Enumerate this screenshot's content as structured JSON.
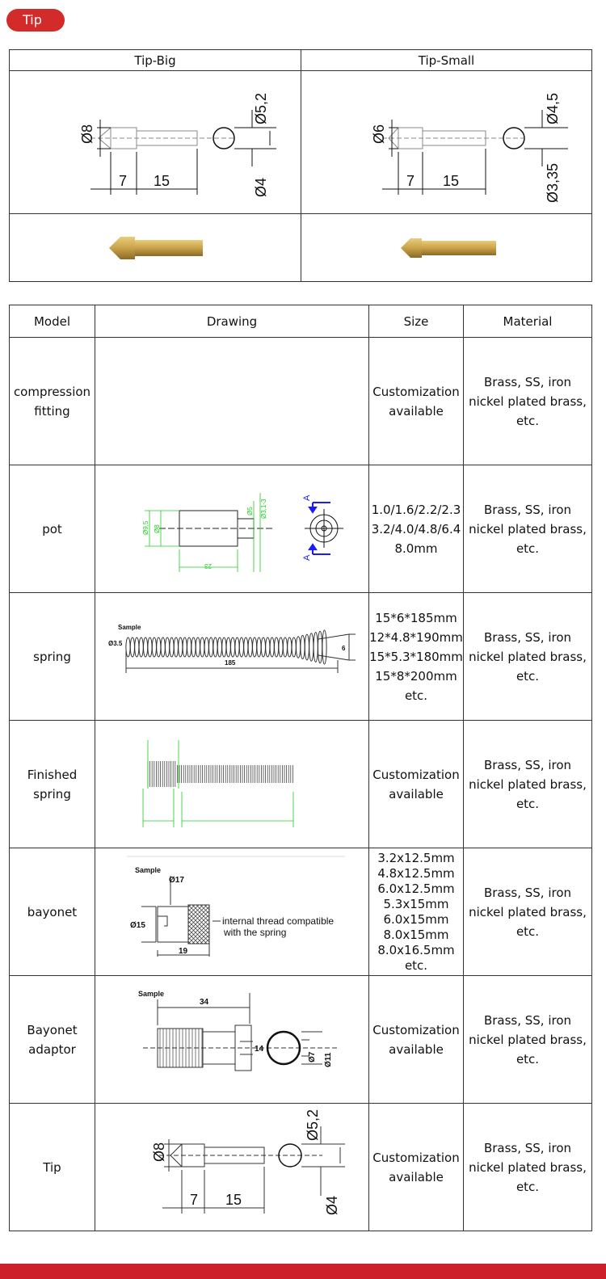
{
  "header": {
    "tag_label": "Tip"
  },
  "tip_table": {
    "columns": [
      "Tip-Big",
      "Tip-Small"
    ],
    "big_dims": {
      "d_body": "Ø8",
      "d_hole": "Ø5,2",
      "d_tip": "Ø4",
      "len_a": "7",
      "len_b": "15"
    },
    "small_dims": {
      "d_body": "Ø6",
      "d_hole": "Ø4,5",
      "d_tip": "Ø3,35",
      "len_a": "7",
      "len_b": "15"
    }
  },
  "spec_table": {
    "headers": [
      "Model",
      "Drawing",
      "Size",
      "Material"
    ],
    "rows": [
      {
        "model": "compression fitting",
        "size": [
          "Customization",
          "available"
        ],
        "material": [
          "Brass, SS, iron",
          "nickel plated brass,",
          "etc."
        ]
      },
      {
        "model": "pot",
        "size": [
          "1.0/1.6/2.2/2.3",
          "3.2/4.0/4.8/6.4",
          "8.0mm"
        ],
        "material": [
          "Brass, SS, iron",
          "nickel plated brass,",
          "etc."
        ],
        "drawing": {
          "d1": "Ø9,5",
          "d2": "Ø8",
          "d3": "Ø5",
          "d4": "Ø3,1-3",
          "len": "23",
          "section": "A"
        }
      },
      {
        "model": "spring",
        "size": [
          "15*6*185mm",
          "12*4.8*190mm",
          "15*5.3*180mm",
          "15*8*200mm",
          "etc."
        ],
        "material": [
          "Brass, SS, iron",
          "nickel plated brass,",
          "etc."
        ],
        "drawing": {
          "sample": "Sample",
          "d_small": "Ø3.5",
          "d_big": "6",
          "len": "185"
        }
      },
      {
        "model": "Finished spring",
        "size": [
          "Customization",
          "available"
        ],
        "material": [
          "Brass, SS, iron",
          "nickel plated brass,",
          "etc."
        ]
      },
      {
        "model": "bayonet",
        "size": [
          "3.2x12.5mm",
          "4.8x12.5mm",
          "6.0x12.5mm",
          "5.3x15mm",
          "6.0x15mm",
          "8.0x15mm",
          "8.0x16.5mm",
          "etc."
        ],
        "material": [
          "Brass, SS, iron",
          "nickel plated brass,",
          "etc."
        ],
        "drawing": {
          "sample": "Sample",
          "d17": "Ø17",
          "d15": "Ø15",
          "len": "19",
          "note1": "internal thread compatible",
          "note2": "with the spring"
        }
      },
      {
        "model": "Bayonet adaptor",
        "size": [
          "Customization",
          "available"
        ],
        "material": [
          "Brass, SS, iron",
          "nickel plated brass,",
          "etc."
        ],
        "drawing": {
          "sample": "Sample",
          "len": "34",
          "d14": "14",
          "d7": "Ø7",
          "d11": "Ø11"
        }
      },
      {
        "model": "Tip",
        "size": [
          "Customization",
          "available"
        ],
        "material": [
          "Brass, SS, iron",
          "nickel plated brass,",
          "etc."
        ],
        "drawing": {
          "d_body": "Ø8",
          "d_hole": "Ø5,2",
          "d_tip": "Ø4",
          "len_a": "7",
          "len_b": "15"
        }
      }
    ]
  },
  "colors": {
    "accent": "#d32a2a",
    "dim_green": "#22cc22",
    "section_blue": "#1a1aff",
    "brass": "#c9a24a"
  }
}
